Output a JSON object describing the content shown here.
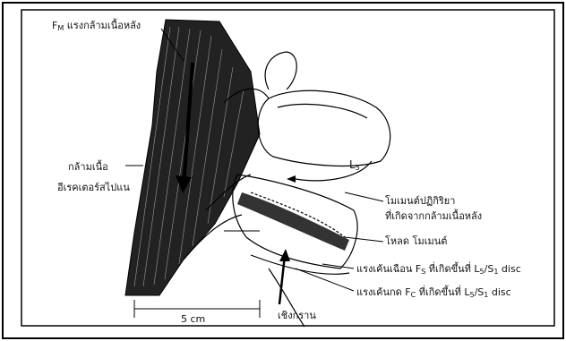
{
  "labels": {
    "fm_prefix": "F",
    "fm_sub": "M",
    "fm_text": " แรงกล้ามเนื้อหลัง",
    "muscle_line1": "กล้ามเนื้อ",
    "muscle_line2": "อีเรคเตอร์สไปแน",
    "l5": "L",
    "l5_sub": "5",
    "moment_line1": "โมเมนต์ปฏิกิริยา",
    "moment_line2": "ที่เกิดจากกล้ามเนื้อหลัง",
    "load_moment": "โหลด โมเมนต์",
    "shear_prefix": "แรงเค้นเฉือน F",
    "shear_sub": "S",
    "shear_mid": " ที่เกิดขึ้นที่ L",
    "shear_sub2": "5",
    "shear_slash": "/S",
    "shear_sub3": "1",
    "shear_end": " disc",
    "comp_prefix": "แรงเค้นกด F",
    "comp_sub": "C",
    "comp_mid": " ที่เกิดขึ้นที่ L",
    "comp_sub2": "5",
    "comp_slash": "/S",
    "comp_sub3": "1",
    "comp_end": " disc",
    "pelvis": "เชิงกราน",
    "distance": "5 cm"
  }
}
